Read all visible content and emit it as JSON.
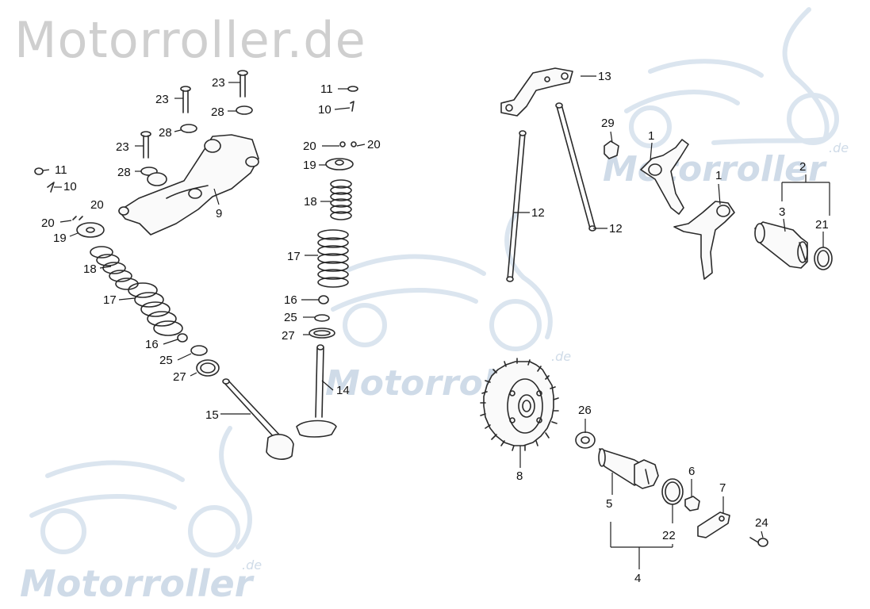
{
  "watermark": {
    "header_logo": "Motorroller.de",
    "logo_text": "Motorroller",
    "logo_suffix": ".de"
  },
  "callouts": [
    {
      "id": "c23a",
      "text": "23"
    },
    {
      "id": "c23b",
      "text": "23"
    },
    {
      "id": "c23c",
      "text": "23"
    },
    {
      "id": "c28a",
      "text": "28"
    },
    {
      "id": "c28b",
      "text": "28"
    },
    {
      "id": "c28c",
      "text": "28"
    },
    {
      "id": "c9",
      "text": "9"
    },
    {
      "id": "c11a",
      "text": "11"
    },
    {
      "id": "c10a",
      "text": "10"
    },
    {
      "id": "c20a",
      "text": "20"
    },
    {
      "id": "c20b",
      "text": "20"
    },
    {
      "id": "c19a",
      "text": "19"
    },
    {
      "id": "c18a",
      "text": "18"
    },
    {
      "id": "c17a",
      "text": "17"
    },
    {
      "id": "c16a",
      "text": "16"
    },
    {
      "id": "c25a",
      "text": "25"
    },
    {
      "id": "c27a",
      "text": "27"
    },
    {
      "id": "c15",
      "text": "15"
    },
    {
      "id": "c11b",
      "text": "11"
    },
    {
      "id": "c10b",
      "text": "10"
    },
    {
      "id": "c20c",
      "text": "20"
    },
    {
      "id": "c20d",
      "text": "20"
    },
    {
      "id": "c19b",
      "text": "19"
    },
    {
      "id": "c18b",
      "text": "18"
    },
    {
      "id": "c17b",
      "text": "17"
    },
    {
      "id": "c16b",
      "text": "16"
    },
    {
      "id": "c25b",
      "text": "25"
    },
    {
      "id": "c27b",
      "text": "27"
    },
    {
      "id": "c14",
      "text": "14"
    },
    {
      "id": "c13",
      "text": "13"
    },
    {
      "id": "c12a",
      "text": "12"
    },
    {
      "id": "c12b",
      "text": "12"
    },
    {
      "id": "c29",
      "text": "29"
    },
    {
      "id": "c1a",
      "text": "1"
    },
    {
      "id": "c1b",
      "text": "1"
    },
    {
      "id": "c2",
      "text": "2"
    },
    {
      "id": "c3",
      "text": "3"
    },
    {
      "id": "c21",
      "text": "21"
    },
    {
      "id": "c8",
      "text": "8"
    },
    {
      "id": "c26",
      "text": "26"
    },
    {
      "id": "c5",
      "text": "5"
    },
    {
      "id": "c6",
      "text": "6"
    },
    {
      "id": "c7",
      "text": "7"
    },
    {
      "id": "c22",
      "text": "22"
    },
    {
      "id": "c4",
      "text": "4"
    },
    {
      "id": "c24",
      "text": "24"
    }
  ]
}
